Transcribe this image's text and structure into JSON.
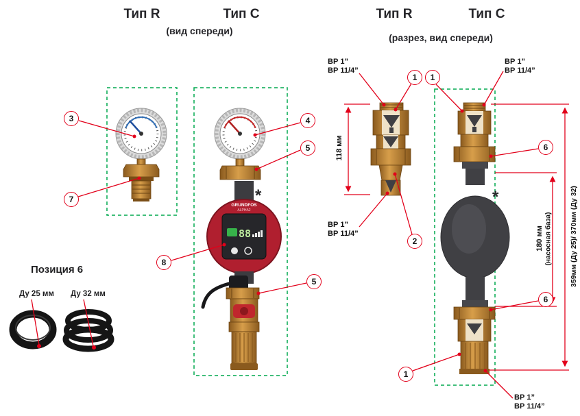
{
  "colors": {
    "accent_red": "#e2001a",
    "dashed_green": "#00a94f",
    "brass": "#c08434",
    "pump_dark": "#404044",
    "pump_red": "#b01f2f"
  },
  "headers": {
    "front": {
      "type_r": "Тип R",
      "type_c": "Тип C",
      "subtitle": "(вид спереди)"
    },
    "section": {
      "type_r": "Тип R",
      "type_c": "Тип C",
      "subtitle": "(разрез, вид спереди)"
    }
  },
  "callouts": {
    "n1": "1",
    "n2": "2",
    "n3": "3",
    "n4": "4",
    "n5": "5",
    "n6": "6",
    "n7": "7",
    "n8": "8"
  },
  "port_label": {
    "line1": "ВР 1”",
    "line2": "ВР 11/4”"
  },
  "dimensions": {
    "height_118": "118 мм",
    "pump_base": "180 мм",
    "pump_base_note": "(насосная база)",
    "total_height": "359мм (Ду 25)/ 370мм (Ду 32)"
  },
  "pump": {
    "brand": "GRUNDFOS",
    "model": "ALPHA2",
    "display": "88",
    "footnote": "*"
  },
  "position6": {
    "title": "Позиция 6",
    "du25": "Ду 25 мм",
    "du32": "Ду 32 мм"
  }
}
